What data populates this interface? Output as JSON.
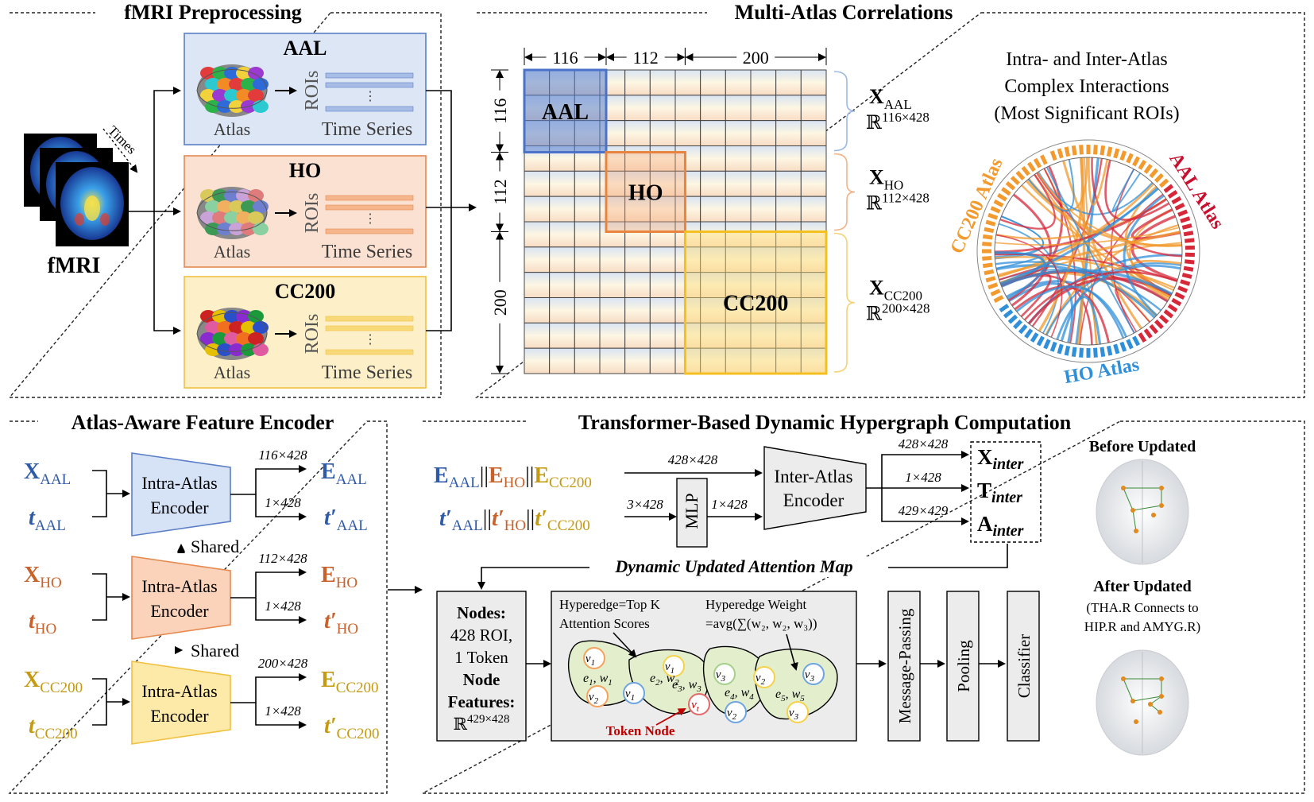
{
  "sections": {
    "preprocessing": "fMRI Preprocessing",
    "multi_atlas": "Multi-Atlas Correlations",
    "encoder": "Atlas-Aware Feature Encoder",
    "transformer": "Transformer-Based Dynamic Hypergraph Computation"
  },
  "preprocessing": {
    "fmri_label": "fMRI",
    "times_label": "Times",
    "atlases": [
      {
        "name": "AAL",
        "atlas_label": "Atlas",
        "rois_label": "ROIs",
        "ts_label": "Time Series",
        "dots": "⋮",
        "fill": "#dde6f5",
        "stroke": "#5b7fc7",
        "bar": "#a7bde6"
      },
      {
        "name": "HO",
        "atlas_label": "Atlas",
        "rois_label": "ROIs",
        "ts_label": "Time Series",
        "dots": "⋮",
        "fill": "#fbe1d2",
        "stroke": "#e5894f",
        "bar": "#f6b68d"
      },
      {
        "name": "CC200",
        "atlas_label": "Atlas",
        "rois_label": "ROIs",
        "ts_label": "Time Series",
        "dots": "⋮",
        "fill": "#fdf0c8",
        "stroke": "#f0c040",
        "bar": "#f8d97a"
      }
    ]
  },
  "matrix": {
    "dims": [
      "116",
      "112",
      "200"
    ],
    "blocks": [
      "AAL",
      "HO",
      "CC200"
    ],
    "outputs": [
      {
        "x": "X",
        "sub": "AAL",
        "space": "ℝ",
        "sup": "116×428",
        "color": "#9db9e3"
      },
      {
        "x": "X",
        "sub": "HO",
        "space": "ℝ",
        "sup": "112×428",
        "color": "#f2b48a"
      },
      {
        "x": "X",
        "sub": "CC200",
        "space": "ℝ",
        "sup": "200×428",
        "color": "#f4d276"
      }
    ]
  },
  "chord": {
    "title_lines": [
      "Intra- and Inter-Atlas",
      "Complex Interactions",
      "(Most Significant ROIs)"
    ],
    "cc200_label": "CC200 Atlas",
    "aal_label": "AAL Atlas",
    "ho_label": "HO Atlas"
  },
  "encoder": {
    "rows": [
      {
        "x": "X",
        "t": "t",
        "sub": "AAL",
        "label1": "Intra-Atlas",
        "label2": "Encoder",
        "dim_e": "116×428",
        "dim_t": "1×428",
        "e": "E",
        "tp": "t′",
        "color": "#2f5aa8",
        "fill": "#d6e2f6",
        "stroke": "#5b7fc7"
      },
      {
        "x": "X",
        "t": "t",
        "sub": "HO",
        "label1": "Intra-Atlas",
        "label2": "Encoder",
        "dim_e": "112×428",
        "dim_t": "1×428",
        "e": "E",
        "tp": "t′",
        "color": "#c9622a",
        "fill": "#fbd3bb",
        "stroke": "#e5894f"
      },
      {
        "x": "X",
        "t": "t",
        "sub": "CC200",
        "label1": "Intra-Atlas",
        "label2": "Encoder",
        "dim_e": "200×428",
        "dim_t": "1×428",
        "e": "E",
        "tp": "t′",
        "color": "#c49a12",
        "fill": "#fde9a8",
        "stroke": "#f0c040"
      }
    ],
    "shared_label": "Shared"
  },
  "transformer": {
    "e_letter": "E",
    "tp_letter": "t′",
    "sep": "||",
    "sub_aal": "AAL",
    "sub_ho": "HO",
    "sub_cc": "CC200",
    "dim_top": "428×428",
    "dim_mlp_in": "3×428",
    "mlp_label": "MLP",
    "dim_mlp_out": "1×428",
    "inter_encoder": [
      "Inter-Atlas",
      "Encoder"
    ],
    "out_dims": [
      "428×428",
      "1×428",
      "429×429"
    ],
    "outputs": [
      {
        "letter": "X",
        "sub": "inter"
      },
      {
        "letter": "T",
        "sub": "inter"
      },
      {
        "letter": "A",
        "sub": "inter"
      }
    ],
    "dynamic_map": "Dynamic Updated Attention Map",
    "nodes_box": {
      "l1": "Nodes:",
      "l2": "428 ROI,",
      "l3": "1 Token",
      "l4": "Node",
      "l5": "Features:",
      "space": "ℝ",
      "sup": "429×428"
    },
    "hyperedge_title": [
      "Hyperedge=Top K",
      "Attention Scores"
    ],
    "hyperedge_weight": [
      "Hyperedge Weight",
      "=avg(∑(w₂, w₂, w₃))"
    ],
    "token_node": "Token Node",
    "stages": [
      "Message-Passing",
      "Pooling",
      "Classifier"
    ],
    "before": "Before Updated",
    "after": "After Updated",
    "after_note": [
      "(THA.R Connects to",
      "HIP.R and AMYG.R)"
    ]
  }
}
